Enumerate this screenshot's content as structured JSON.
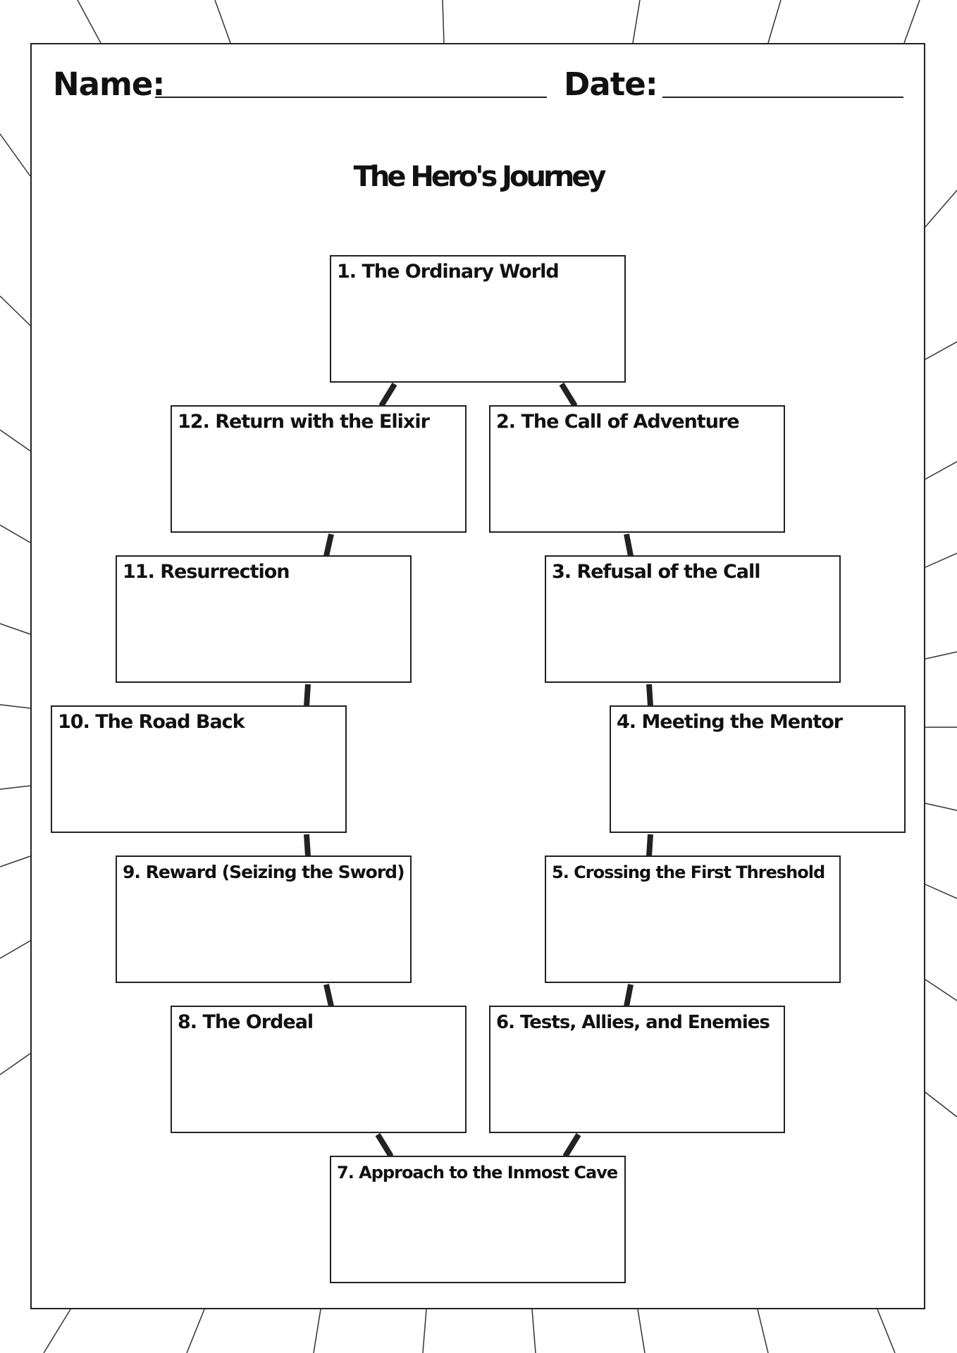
{
  "header": {
    "name_label": "Name:",
    "date_label": "Date:"
  },
  "title": "The Hero's Journey",
  "stages": [
    {
      "label": "1. The Ordinary World"
    },
    {
      "label": "2. The Call of Adventure"
    },
    {
      "label": "3. Refusal of the Call"
    },
    {
      "label": "4. Meeting the Mentor"
    },
    {
      "label": "5. Crossing the First Threshold"
    },
    {
      "label": "6. Tests, Allies, and Enemies"
    },
    {
      "label": "7. Approach to the Inmost Cave"
    },
    {
      "label": "8. The Ordeal"
    },
    {
      "label": "9. Reward (Seizing the Sword)"
    },
    {
      "label": "10. The Road Back"
    },
    {
      "label": "11. Resurrection"
    },
    {
      "label": "12. Return with the Elixir"
    }
  ],
  "colors": {
    "ink": "#222222",
    "paper": "#ffffff"
  }
}
